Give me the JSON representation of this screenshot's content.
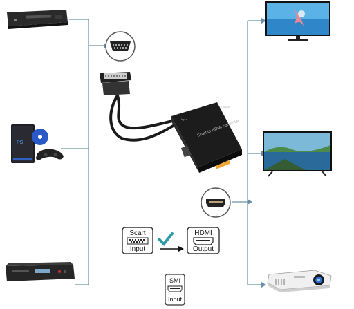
{
  "inputs": {
    "scart_label": "Scart",
    "input_label": "Input"
  },
  "outputs": {
    "hdmi_label": "HDMI",
    "output_label": "Output"
  },
  "extra": {
    "top_label": "SMI",
    "bottom_label": "Input"
  },
  "converter": {
    "housing_text": "Scart to HDMI converter",
    "port_label_left": "Input",
    "port_label_right": "Output"
  },
  "colors": {
    "connector_line": "#6b8fa6",
    "check_mark": "#2e9aa6",
    "device_dark": "#1c1c1c",
    "screen_blue": "#3a86c8"
  },
  "icons": {
    "left_devices": [
      "dvd-player-icon",
      "game-console-icon",
      "satellite-receiver-icon"
    ],
    "right_devices": [
      "tv-icon",
      "smart-tv-icon",
      "projector-icon"
    ]
  }
}
